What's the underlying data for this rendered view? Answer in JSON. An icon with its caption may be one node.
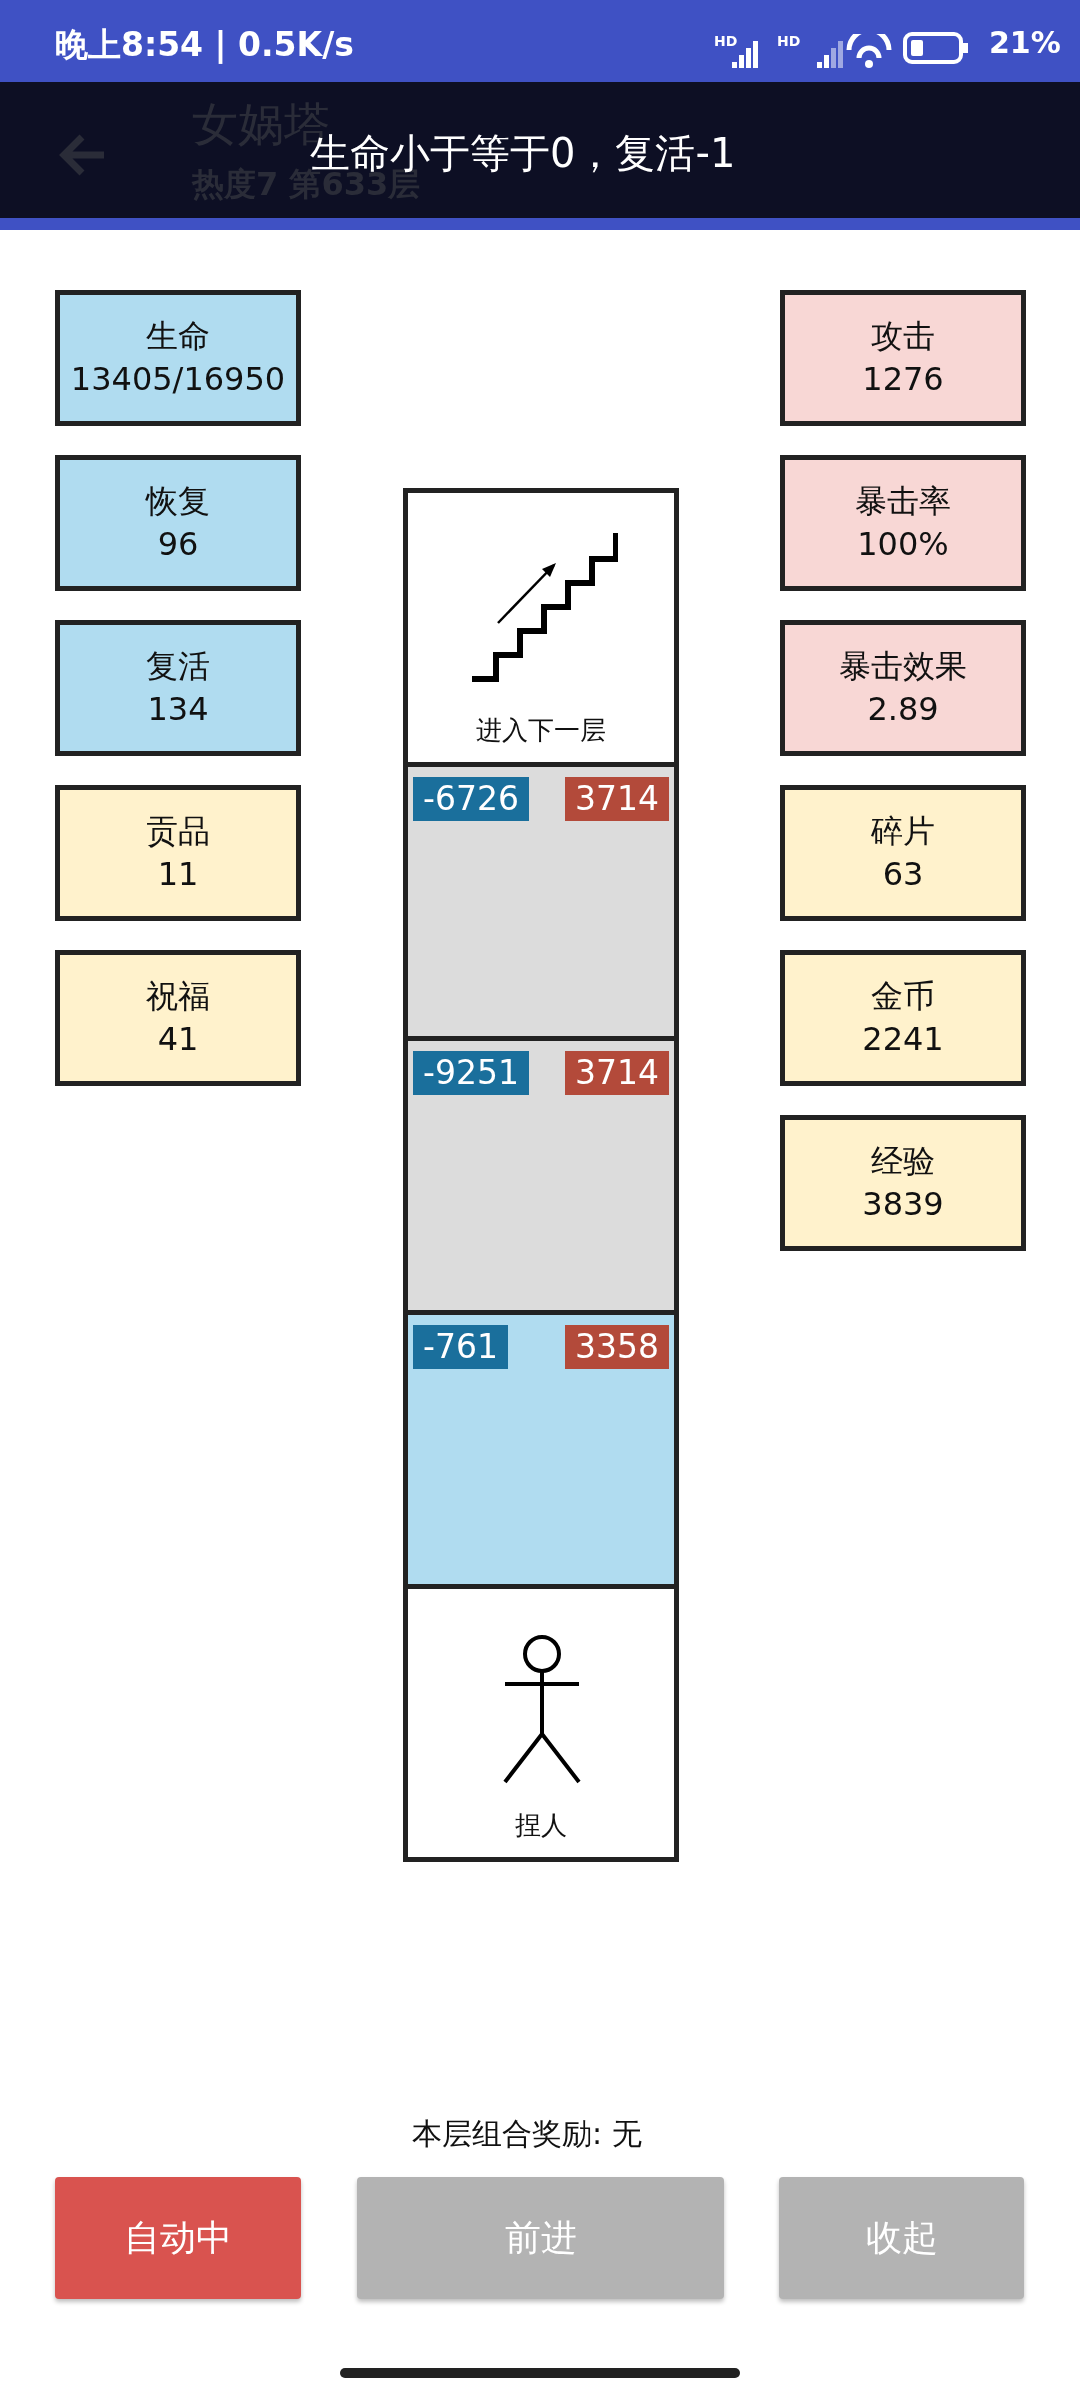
{
  "diagram": {
    "nodes": [
      {
        "text": [
          "生命",
          "13405/16950"
        ]
      },
      {
        "text": [
          "攻击",
          "1276"
        ]
      },
      {
        "text": [
          "恢复",
          "96"
        ]
      },
      {
        "text": [
          "暴击率",
          "100%"
        ]
      },
      {
        "text": [
          "复活",
          "134"
        ]
      },
      {
        "text": [
          "暴击效果",
          "2.89"
        ]
      },
      {
        "text": [
          "贡品",
          "11"
        ]
      },
      {
        "text": [
          "碎片",
          "63"
        ]
      },
      {
        "text": [
          "祝福",
          "41"
        ]
      },
      {
        "text": [
          "金币",
          "2241"
        ]
      },
      {
        "text": [
          "经验",
          "3839"
        ]
      },
      {
        "text": [
          "进入下一层"
        ]
      },
      {
        "text": [
          "-6726",
          "3714"
        ]
      },
      {
        "text": [
          "-9251",
          "3714"
        ]
      },
      {
        "text": [
          "-761",
          "3358"
        ]
      },
      {
        "text": [
          "捏人"
        ]
      },
      {
        "text": [
          "自动中"
        ]
      },
      {
        "text": [
          "前进"
        ]
      },
      {
        "text": [
          "收起"
        ]
      }
    ],
    "labels": [
      "晚上8:54 | 0.5K/s",
      "HD",
      "HD",
      "21%",
      "女娲塔",
      "热度7 第633层",
      "生命小于等于0，复活-1",
      "本层组合奖励: 无"
    ]
  }
}
